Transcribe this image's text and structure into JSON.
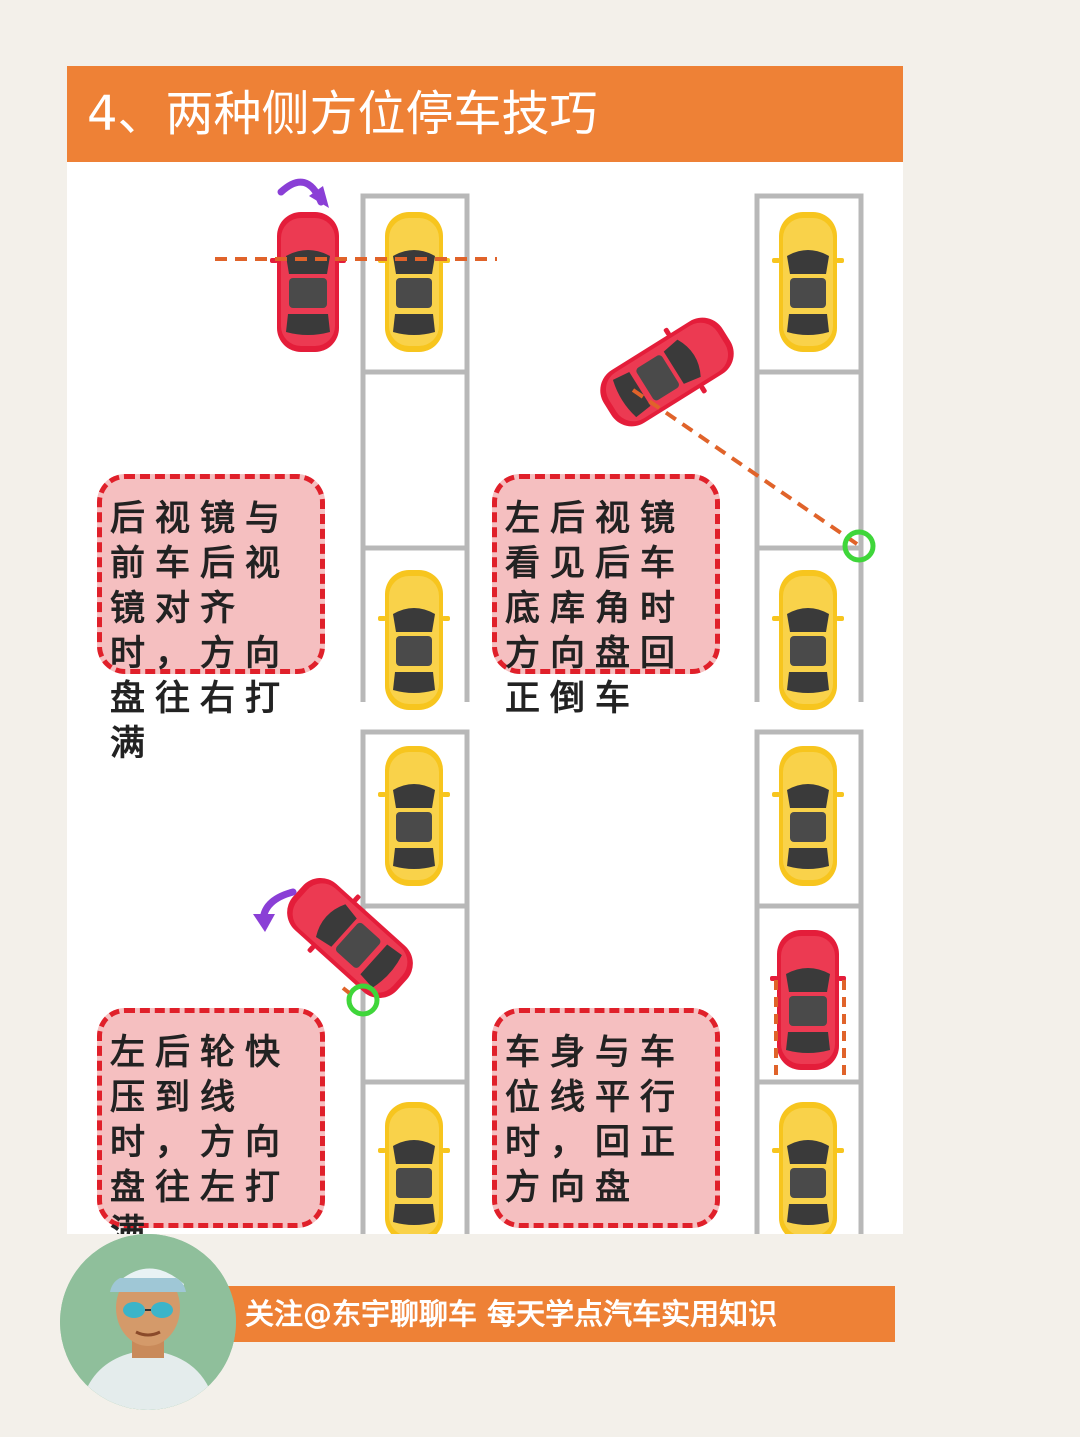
{
  "title": "4、两种侧方位停车技巧",
  "notes": {
    "step1": "后视镜与前车后视镜对齐时，方向盘往右打满",
    "step2": "左后视镜看见后车底库角时方向盘回正倒车",
    "step3": "左后轮快压到线时，方向盘往左打满",
    "step4": "车身与车位线平行时，回正方向盘"
  },
  "footer": {
    "text": "关注@东宇聊聊车 每天学点汽车实用知识"
  },
  "colors": {
    "accent": "#ee8136",
    "note_bg": "#f5bfc0",
    "note_border": "#e0202a",
    "parked_car": "#f7c51e",
    "moving_car": "#e41d3a",
    "guide_line": "#e0632a",
    "marker": "#3fd63a",
    "arrow": "#8a3fd6"
  }
}
